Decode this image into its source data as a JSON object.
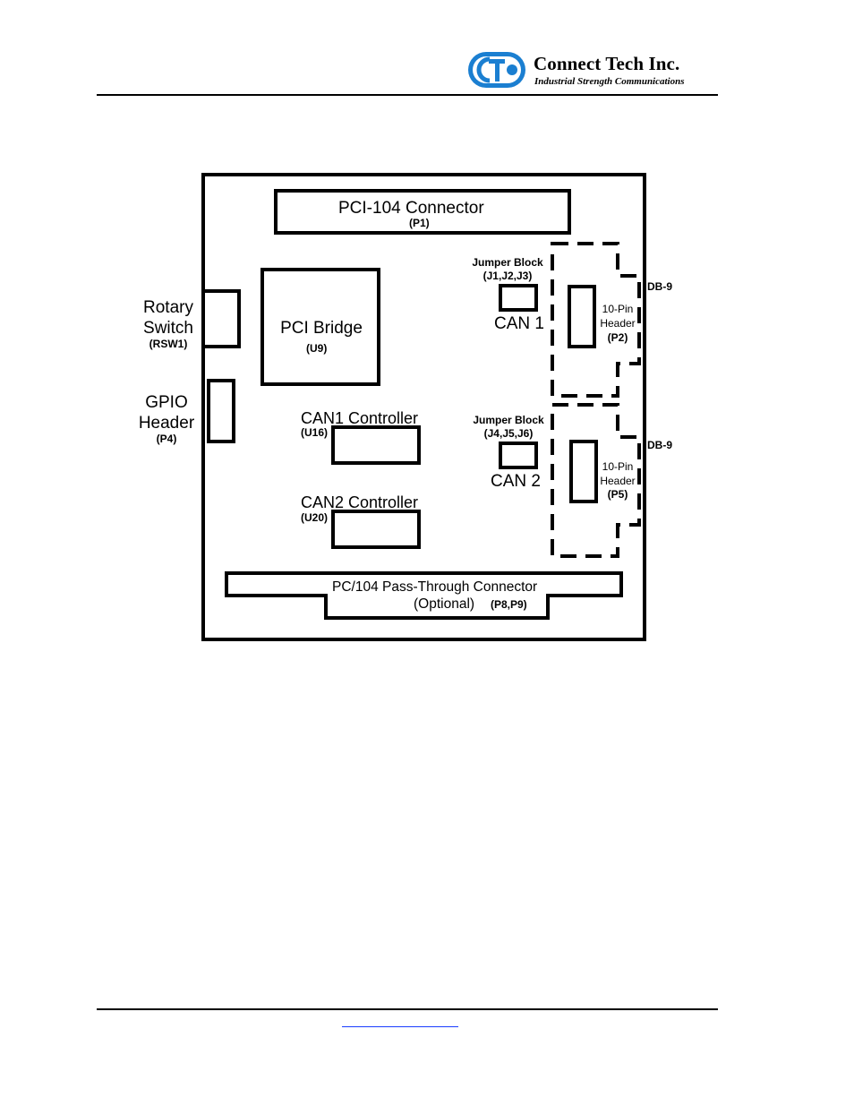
{
  "header": {
    "company_name": "Connect Tech Inc.",
    "tagline": "Industrial Strength Communications",
    "logo_letters": "CTI",
    "brand_color": "#1b7fd1"
  },
  "diagram": {
    "pci104_connector": {
      "title": "PCI-104 Connector",
      "ref": "(P1)"
    },
    "rotary_switch": {
      "line1": "Rotary",
      "line2": "Switch",
      "ref": "(RSW1)"
    },
    "gpio_header": {
      "line1": "GPIO",
      "line2": "Header",
      "ref": "(P4)"
    },
    "pci_bridge": {
      "title": "PCI Bridge",
      "ref": "(U9)"
    },
    "jumper_block_1": {
      "title": "Jumper Block",
      "ref": "(J1,J2,J3)"
    },
    "can1_label": "CAN 1",
    "header_p2": {
      "line1": "10-Pin",
      "line2": "Header",
      "ref": "(P2)"
    },
    "db9_top": "DB-9",
    "can1_controller": {
      "title": "CAN1 Controller",
      "ref": "(U16)"
    },
    "jumper_block_2": {
      "title": "Jumper Block",
      "ref": "(J4,J5,J6)"
    },
    "can2_label": "CAN 2",
    "header_p5": {
      "line1": "10-Pin",
      "line2": "Header",
      "ref": "(P5)"
    },
    "db9_bottom": "DB-9",
    "can2_controller": {
      "title": "CAN2 Controller",
      "ref": "(U20)"
    },
    "passthrough": {
      "line1": "PC/104 Pass-Through Connector",
      "line2": "(Optional)",
      "ref": "(P8,P9)"
    }
  }
}
